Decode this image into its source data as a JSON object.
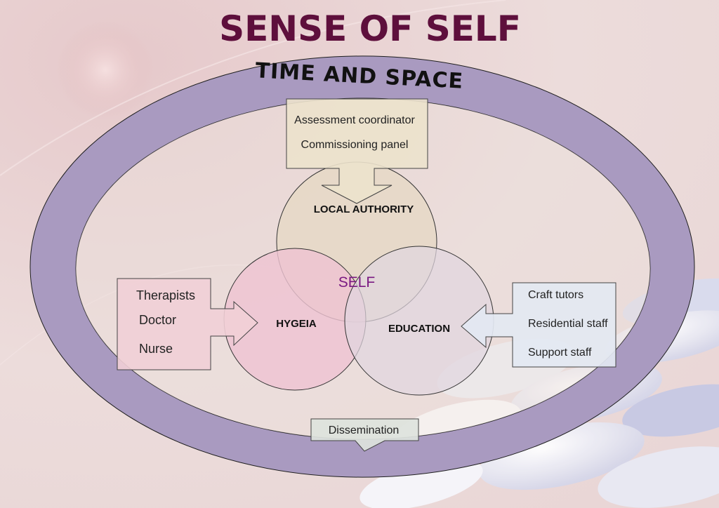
{
  "slide": {
    "title": "SENSE OF SELF",
    "ring_label": "TIME AND SPACE",
    "center_label": "SELF"
  },
  "circles": {
    "top": "LOCAL AUTHORITY",
    "left": "HYGEIA",
    "right": "EDUCATION"
  },
  "callouts": {
    "top": [
      "Assessment coordinator",
      "Commissioning panel"
    ],
    "left": [
      "Therapists",
      "Doctor",
      "Nurse"
    ],
    "right": [
      "Craft tutors",
      "Residential staff",
      "Support staff"
    ],
    "bottom": "Dissemination"
  },
  "colors": {
    "title": "#5e0f3c",
    "self_text": "#7a1a82",
    "ring_fill": "#a99ac0",
    "background": "#ead8d8",
    "callout_top": "#ece2cc",
    "callout_left": "#f1cfd6",
    "callout_right": "#e3e8f2",
    "callout_bottom": "#dde3dd"
  }
}
